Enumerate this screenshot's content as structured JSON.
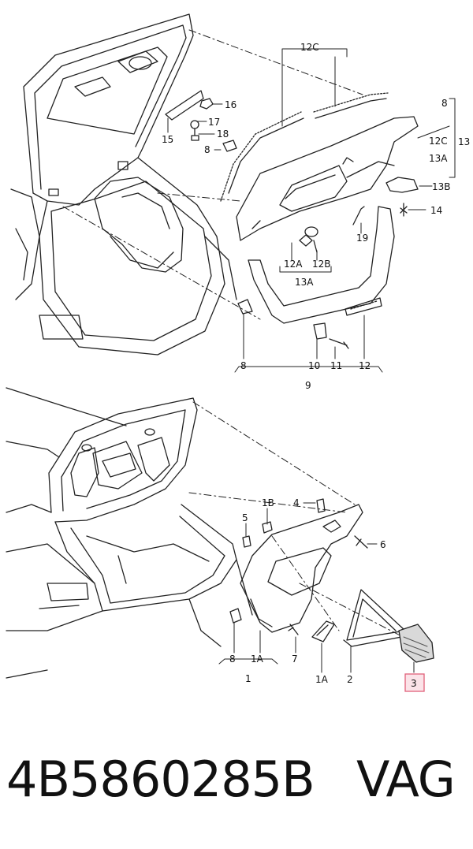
{
  "callouts": {
    "top": {
      "c12C_top": "12C",
      "c8_right": "8",
      "c12C_right": "12C",
      "c13_right": "13",
      "c13A_right": "13A",
      "c13B": "13B",
      "c14": "14",
      "c16": "16",
      "c17": "17",
      "c18": "18",
      "c15": "15",
      "c8_small": "8",
      "c19": "19",
      "c12A": "12A",
      "c12B": "12B",
      "c13A_mid": "13A",
      "c8_bottom": "8",
      "c10": "10",
      "c11": "11",
      "c12": "12",
      "c9": "9"
    },
    "bottom": {
      "c1B": "1B",
      "c4": "4",
      "c5": "5",
      "c6": "6",
      "c8": "8",
      "c1A_left": "1A",
      "c1": "1",
      "c7": "7",
      "c1A_mid": "1A",
      "c2": "2",
      "c3": "3"
    }
  },
  "highlight_color": "#e0607a",
  "footer": {
    "part_number": "4B5860285B",
    "brand": "VAG"
  }
}
